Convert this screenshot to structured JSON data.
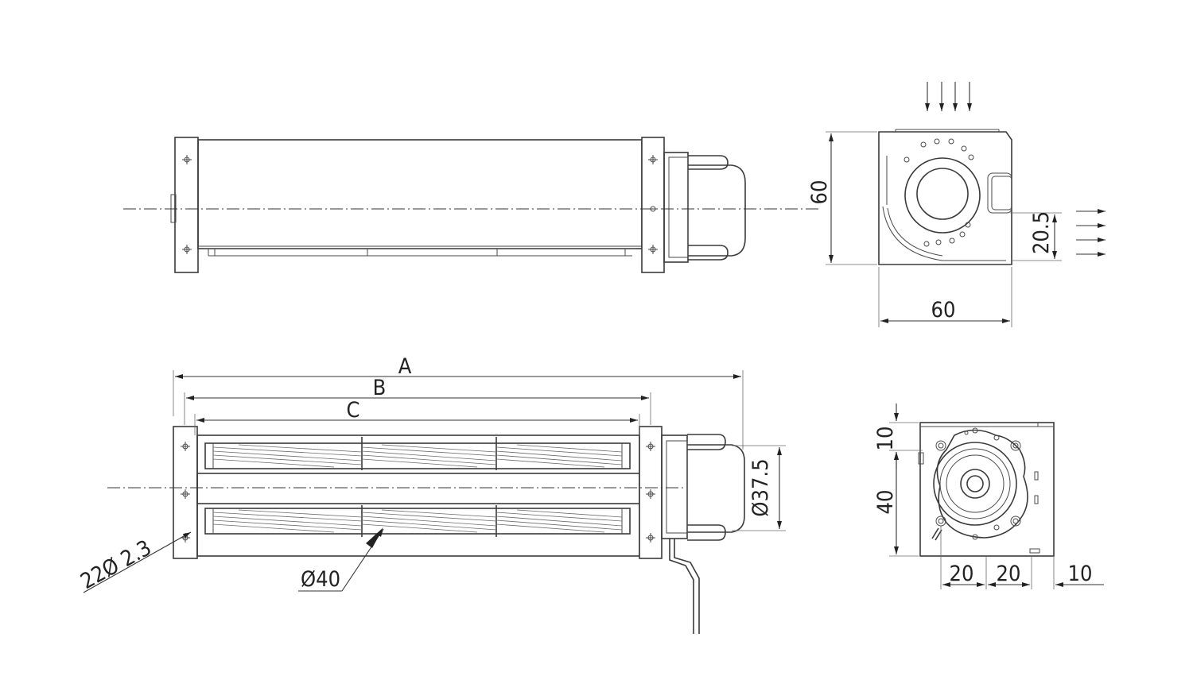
{
  "drawing": {
    "front_view": {
      "dim_height": "60",
      "dim_width": "60",
      "dim_outlet": "20.5"
    },
    "bottom_view": {
      "dim_A": "A",
      "dim_B": "B",
      "dim_C": "C",
      "dim_impeller": "Ø40",
      "dim_motor": "Ø37.5",
      "dim_holes": "22Ø 2.3"
    },
    "end_view": {
      "dim_top": "10",
      "dim_side": "40",
      "dim_bottom_1": "20",
      "dim_bottom_2": "20",
      "dim_bottom_3": "10"
    }
  }
}
